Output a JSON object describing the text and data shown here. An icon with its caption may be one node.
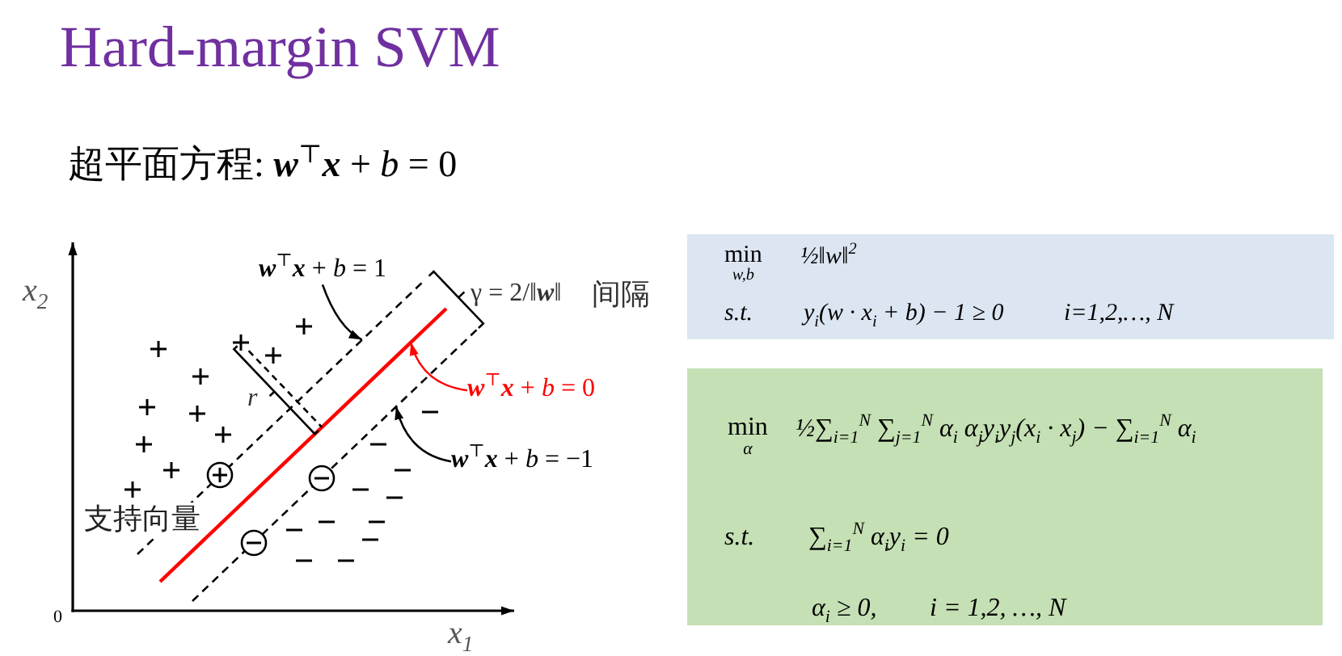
{
  "diagram": {
    "title": "Hard-margin SVM",
    "nodes": [
      {
        "text": [
          "**w**$^{⊤}$**x** + *b* = 1"
        ]
      },
      {
        "text": [],
        "shape": "line"
      },
      {
        "text": [],
        "shape": "line"
      },
      {
        "text": [],
        "shape": "line"
      },
      {
        "text": [
          "**w**$^{⊤}$**x** + *b* = 0"
        ]
      },
      {
        "text": [
          "**w**$^{⊤}$**x** + *b* = −1"
        ]
      },
      {
        "text": [
          "min$_{w,b}$",
          "½‖w‖$^{2}$",
          "s.t.",
          "y$_{i}$(w · x$_{i}$ + b) − 1 ≥ 0",
          "i=1,2,…, N"
        ]
      },
      {
        "text": [
          "min$_{α}$",
          "½∑$_{i=1}$$^{N}$ ∑$_{j=1}$$^{N}$ α$_{i}$ α$_{j}$y$_{i}$y$_{j}$(x$_{i}$ · x$_{j}$) − ∑$_{i=1}$$^{N}$ α$_{i}$",
          "s.t.",
          "∑$_{i=1}$$^{N}$ α$_{i}$y$_{i}$ = 0",
          "α$_{i}$ ≥ 0,",
          "i = 1,2, …, N"
        ]
      }
    ],
    "edges": [
      {
        "from": 0,
        "to": 1,
        "arrow": "to"
      },
      {
        "from": 4,
        "to": 2,
        "arrow": "to",
        "color": "#ff0000"
      },
      {
        "from": 5,
        "to": 3,
        "arrow": "to"
      }
    ],
    "labels": [
      "超平面方程: **w**$^{⊤}$**x** + *b* = 0",
      "x$_{2}$",
      "γ = 2/‖**w**‖",
      "间隔",
      "r",
      "支持向量",
      "0",
      "x$_{1}$"
    ]
  }
}
